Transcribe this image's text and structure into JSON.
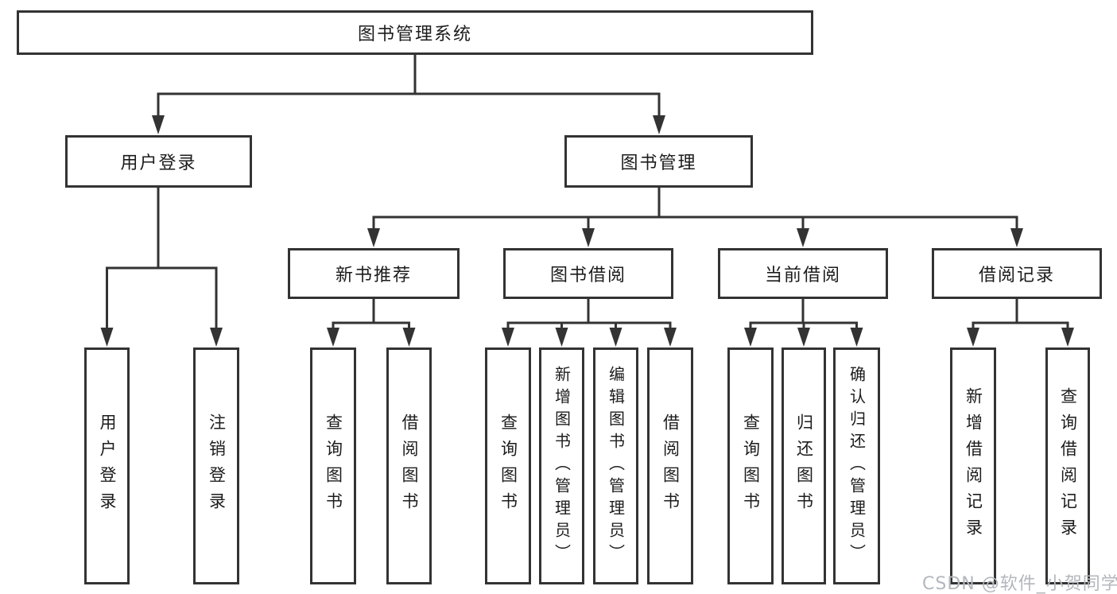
{
  "diagram": {
    "kind": "hierarchy",
    "tree": {
      "root": {
        "label": "图书管理系统",
        "children": [
          {
            "label": "用户登录",
            "children": [
              {
                "label": "用户登录"
              },
              {
                "label": "注销登录"
              }
            ]
          },
          {
            "label": "图书管理",
            "children": [
              {
                "label": "新书推荐",
                "children": [
                  {
                    "label": "查询图书"
                  },
                  {
                    "label": "借阅图书"
                  }
                ]
              },
              {
                "label": "图书借阅",
                "children": [
                  {
                    "label": "查询图书"
                  },
                  {
                    "label": "新增图书（管理员）"
                  },
                  {
                    "label": "编辑图书（管理员）"
                  },
                  {
                    "label": "借阅图书"
                  }
                ]
              },
              {
                "label": "当前借阅",
                "children": [
                  {
                    "label": "查询图书"
                  },
                  {
                    "label": "归还图书"
                  },
                  {
                    "label": "确认归还（管理员）"
                  }
                ]
              },
              {
                "label": "借阅记录",
                "children": [
                  {
                    "label": "新增借阅记录"
                  },
                  {
                    "label": "查询借阅记录"
                  }
                ]
              }
            ]
          }
        ]
      }
    },
    "colors": {
      "line": "#333333",
      "box_border": "#333333",
      "box_fill": "#ffffff",
      "text": "#1c1c1c",
      "background": "#ffffff",
      "watermark": "#b3b7bd"
    }
  },
  "watermark": {
    "text": "CSDN @软件_小贺同学"
  }
}
